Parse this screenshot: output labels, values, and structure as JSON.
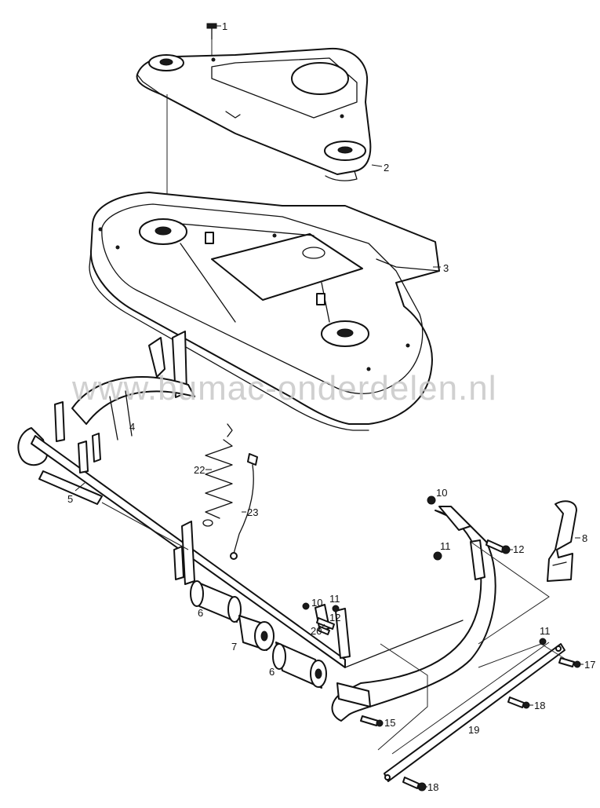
{
  "watermark": "www.bumac-onderdelen.nl",
  "callouts": [
    {
      "id": "c1",
      "label": "1"
    },
    {
      "id": "c2",
      "label": "2"
    },
    {
      "id": "c3",
      "label": "3"
    },
    {
      "id": "c4",
      "label": "4"
    },
    {
      "id": "c5",
      "label": "5"
    },
    {
      "id": "c6a",
      "label": "6"
    },
    {
      "id": "c6b",
      "label": "6"
    },
    {
      "id": "c7",
      "label": "7"
    },
    {
      "id": "c8",
      "label": "8"
    },
    {
      "id": "c10a",
      "label": "10"
    },
    {
      "id": "c10b",
      "label": "10"
    },
    {
      "id": "c11a",
      "label": "11"
    },
    {
      "id": "c11b",
      "label": "11"
    },
    {
      "id": "c11c",
      "label": "11"
    },
    {
      "id": "c12a",
      "label": "12"
    },
    {
      "id": "c12b",
      "label": "12"
    },
    {
      "id": "c15",
      "label": "15"
    },
    {
      "id": "c17",
      "label": "17"
    },
    {
      "id": "c18a",
      "label": "18"
    },
    {
      "id": "c18b",
      "label": "18"
    },
    {
      "id": "c19",
      "label": "19"
    },
    {
      "id": "c20",
      "label": "20"
    },
    {
      "id": "c22",
      "label": "22"
    },
    {
      "id": "c23",
      "label": "23"
    }
  ]
}
